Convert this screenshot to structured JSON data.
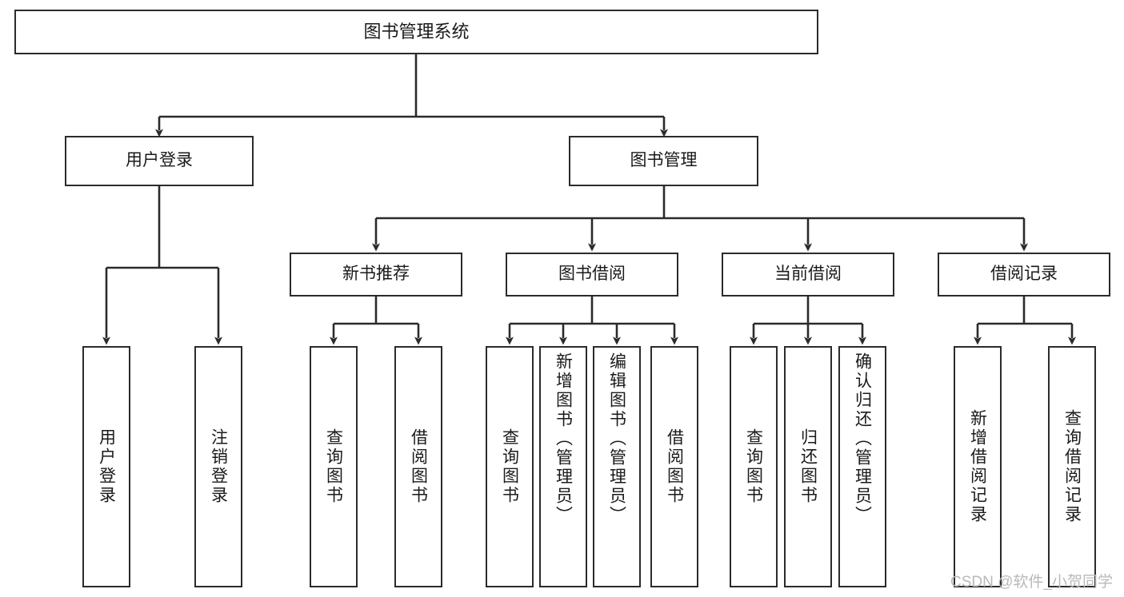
{
  "diagram": {
    "type": "tree-hierarchy",
    "title": "图书管理系统",
    "colors": {
      "stroke": "#2b2b2b",
      "box_fill": "#ffffff",
      "text": "#1a1a1a",
      "background": "#ffffff",
      "watermark": "#b9b9b9"
    },
    "root": {
      "label": "图书管理系统"
    },
    "level2": [
      {
        "label": "用户登录"
      },
      {
        "label": "图书管理"
      }
    ],
    "level3": [
      {
        "label": "新书推荐"
      },
      {
        "label": "图书借阅"
      },
      {
        "label": "当前借阅"
      },
      {
        "label": "借阅记录"
      }
    ],
    "leaves": {
      "user_login": [
        {
          "label": "用户登录"
        },
        {
          "label": "注销登录"
        }
      ],
      "new_book_recommend": [
        {
          "label": "查询图书"
        },
        {
          "label": "借阅图书"
        }
      ],
      "book_borrow": [
        {
          "label": "查询图书"
        },
        {
          "label": "新增图书（管理员）"
        },
        {
          "label": "编辑图书（管理员）"
        },
        {
          "label": "借阅图书"
        }
      ],
      "current_borrow": [
        {
          "label": "查询图书"
        },
        {
          "label": "归还图书"
        },
        {
          "label": "确认归还（管理员）"
        }
      ],
      "borrow_record": [
        {
          "label": "新增借阅记录"
        },
        {
          "label": "查询借阅记录"
        }
      ]
    },
    "watermark": "CSDN @软件_小贺同学"
  }
}
